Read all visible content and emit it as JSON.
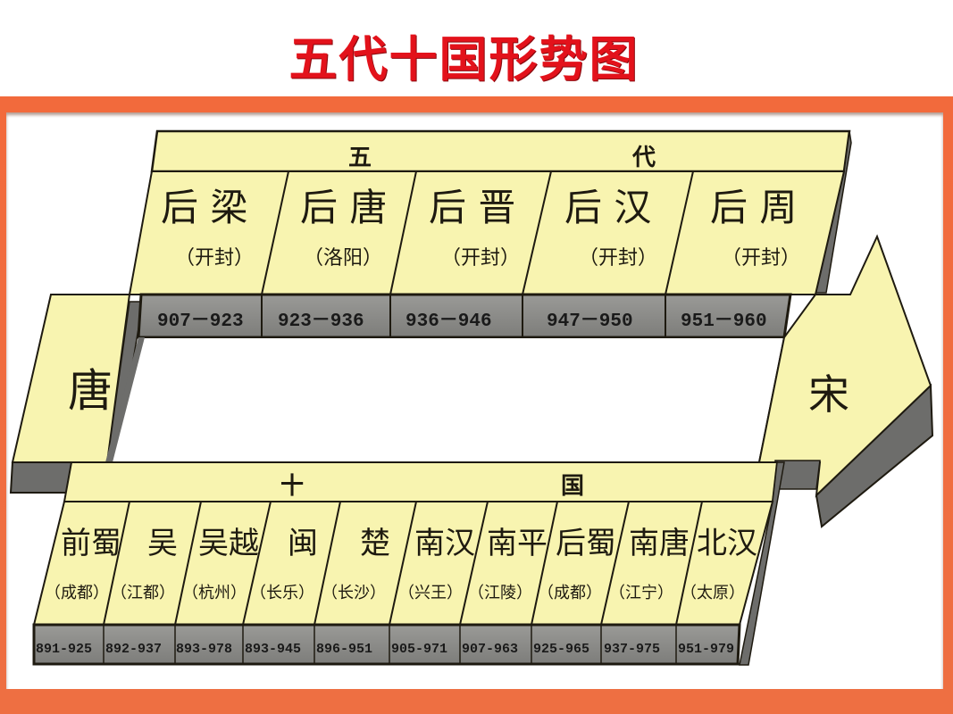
{
  "title": "五代十国形势图",
  "colors": {
    "title_red": "#e3121b",
    "frame_orange": "#f26a3c",
    "panel_yellow": "#f8f4b0",
    "date_gray": "#8a8a88",
    "shadow_gray": "#6d6d6b",
    "outline": "#1e1a10"
  },
  "arrow": {
    "start_label": "唐",
    "end_label": "宋"
  },
  "five_dynasties": {
    "header_left": "五",
    "header_right": "代",
    "items": [
      {
        "name": "后 梁",
        "capital": "（开封）",
        "years": "907－923"
      },
      {
        "name": "后 唐",
        "capital": "（洛阳）",
        "years": "923－936"
      },
      {
        "name": "后 晋",
        "capital": "（开封）",
        "years": "936－946"
      },
      {
        "name": "后 汉",
        "capital": "（开封）",
        "years": "947－950"
      },
      {
        "name": "后 周",
        "capital": "（开封）",
        "years": "951－960"
      }
    ]
  },
  "ten_kingdoms": {
    "header_left": "十",
    "header_right": "国",
    "items": [
      {
        "name": "前蜀",
        "capital": "（成都）",
        "years": "891-925"
      },
      {
        "name": "吴",
        "capital": "（江都）",
        "years": "892-937"
      },
      {
        "name": "吴越",
        "capital": "（杭州）",
        "years": "893-978"
      },
      {
        "name": "闽",
        "capital": "（长乐）",
        "years": "893-945"
      },
      {
        "name": "楚",
        "capital": "（长沙）",
        "years": "896-951"
      },
      {
        "name": "南汉",
        "capital": "（兴王）",
        "years": "905-971"
      },
      {
        "name": "南平",
        "capital": "（江陵）",
        "years": "907-963"
      },
      {
        "name": "后蜀",
        "capital": "（成都）",
        "years": "925-965"
      },
      {
        "name": "南唐",
        "capital": "（江宁）",
        "years": "937-975"
      },
      {
        "name": "北汉",
        "capital": "（太原）",
        "years": "951-979"
      }
    ]
  }
}
